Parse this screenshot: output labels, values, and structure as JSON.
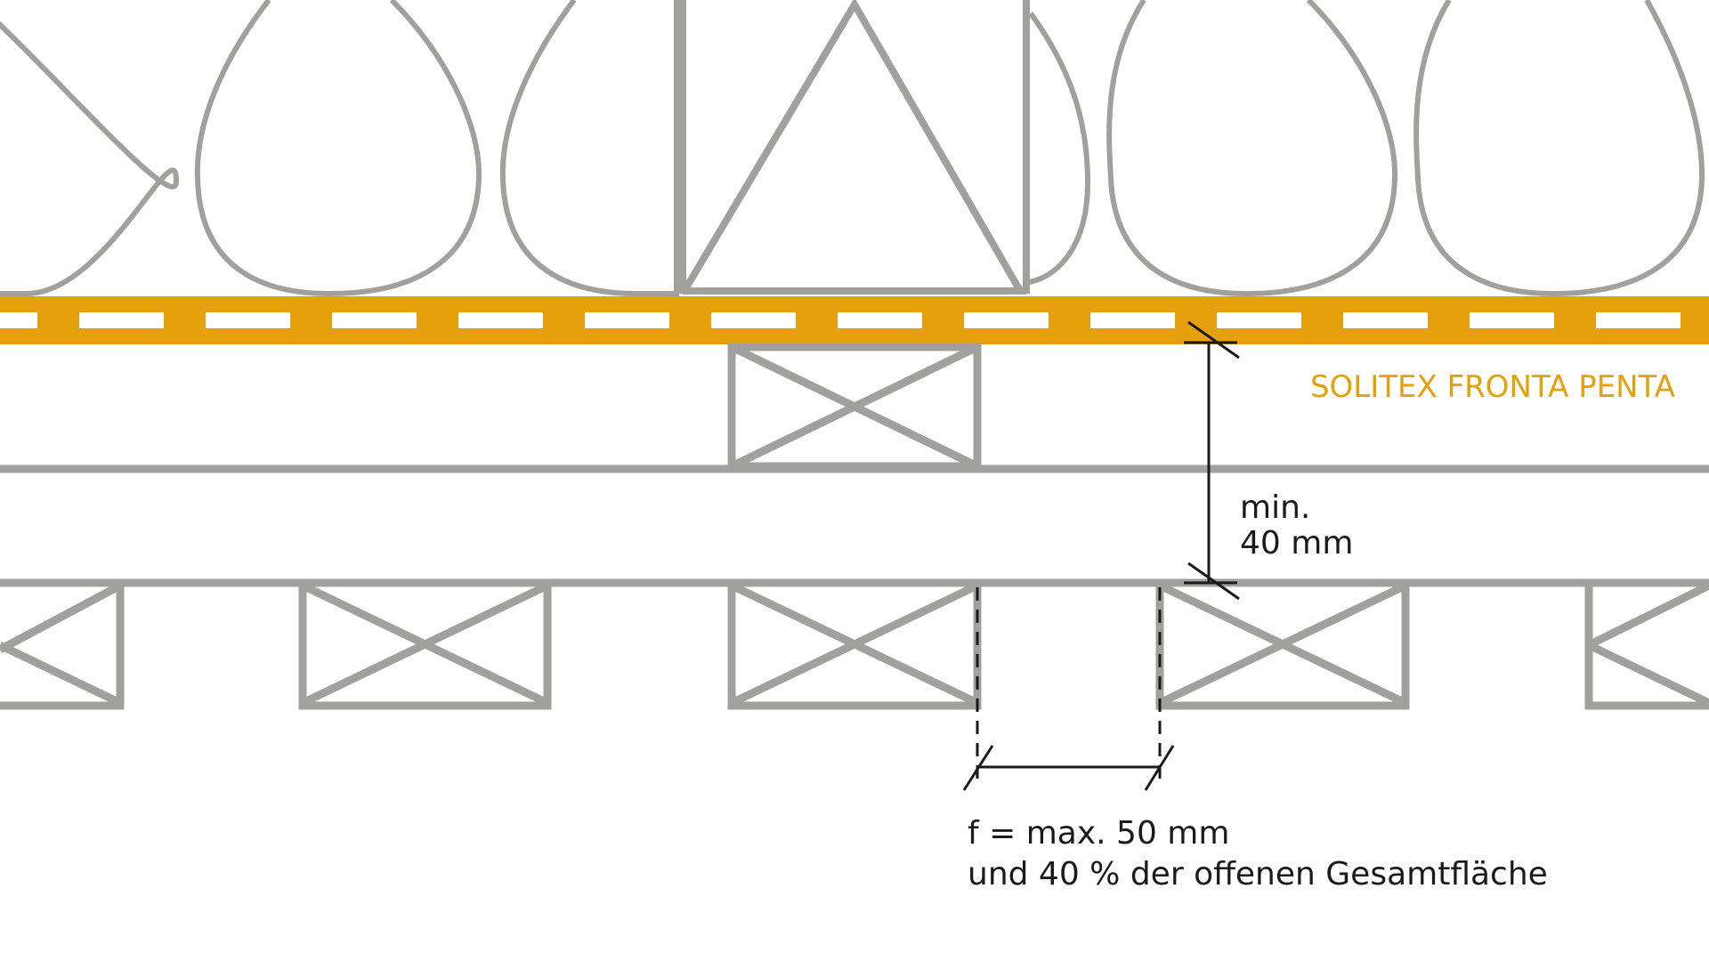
{
  "colors": {
    "structure": "#a0a19f",
    "membrane": "#e5a00b",
    "dimension": "#1a1a1a",
    "background": "#ffffff"
  },
  "labels": {
    "membrane": "SOLITEX FRONTA PENTA",
    "gap_line1": "min.",
    "gap_line2": "40 mm",
    "opening_line1": "f = max. 50 mm",
    "opening_line2": "und 40 % der offenen Gesamtfläche"
  }
}
